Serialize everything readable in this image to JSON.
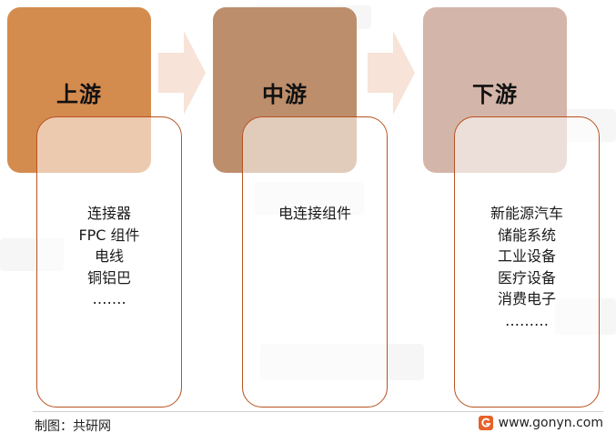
{
  "stages": [
    {
      "title": "上游",
      "color": "#d48b4e",
      "items": [
        "连接器",
        "FPC 组件",
        "电线",
        "铜铝巴",
        "……."
      ]
    },
    {
      "title": "中游",
      "color": "#bd8e6c",
      "items": [
        "电连接组件"
      ]
    },
    {
      "title": "下游",
      "color": "#d4b5a9",
      "items": [
        "新能源汽车",
        "储能系统",
        "工业设备",
        "医疗设备",
        "消费电子",
        "………"
      ]
    }
  ],
  "colors": {
    "content_border": "#b8521f",
    "arrow": "#f7e3d7",
    "logo": "#e6622a"
  },
  "footer": {
    "source": "制图：共研网",
    "website": "www.gonyn.com"
  }
}
